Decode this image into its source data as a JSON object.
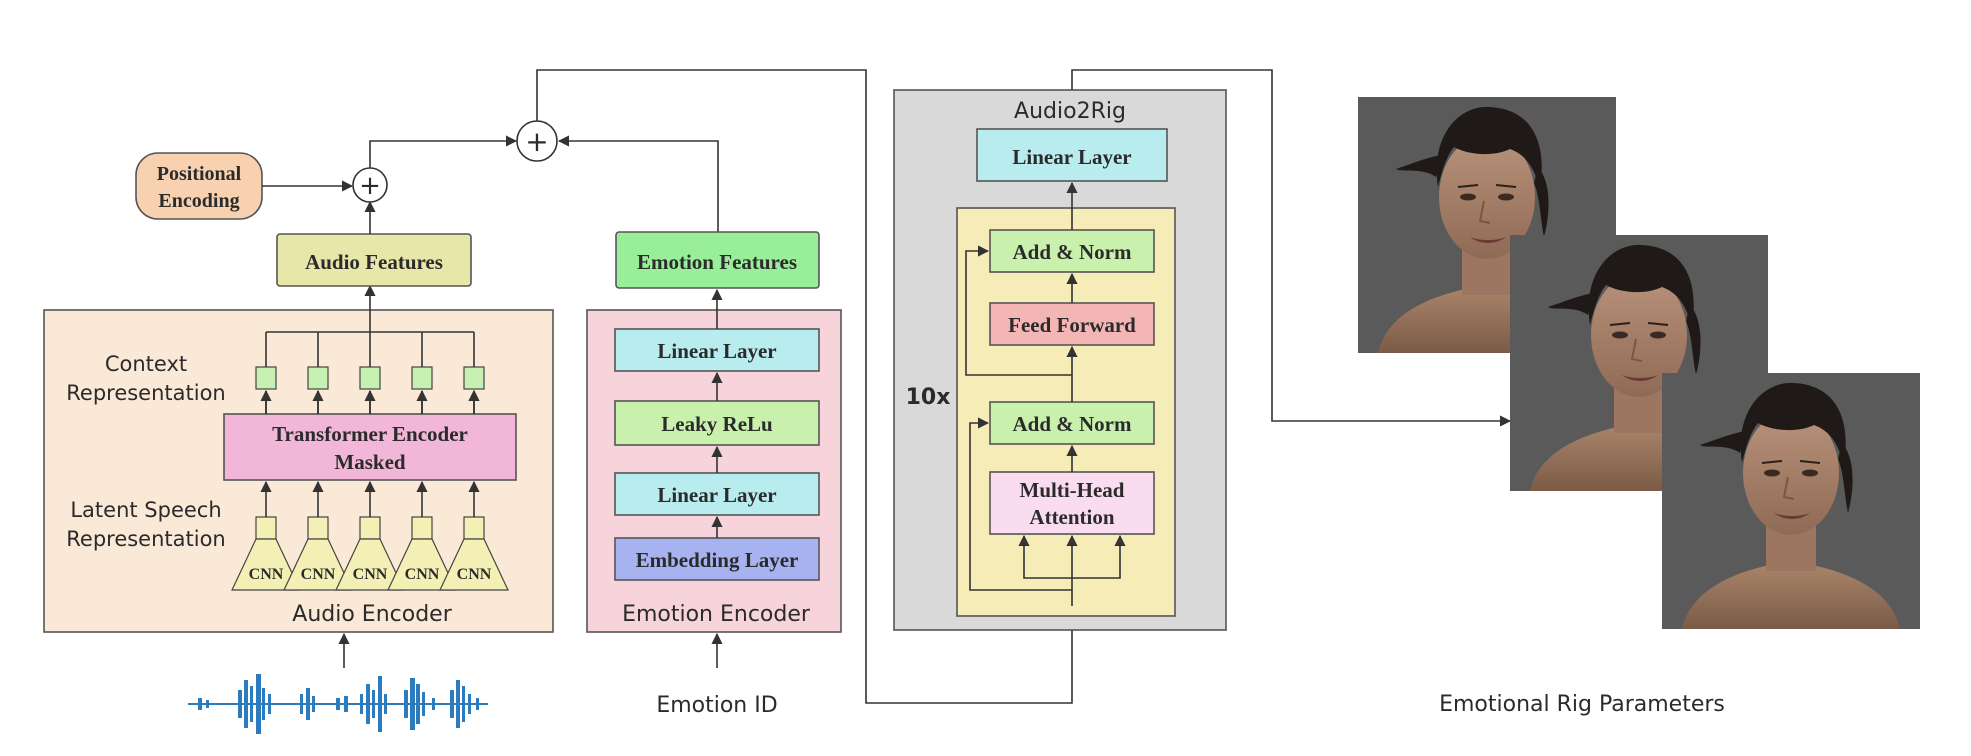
{
  "colors": {
    "audio_encoder_bg": "#fbe9d8",
    "emotion_encoder_bg": "#f7d3dc",
    "audio2rig_bg": "#d9d9d9",
    "transformer_block_bg": "#f6ecb8",
    "audio_features": "#e6e7a8",
    "emotion_features": "#99ee99",
    "positional_encoding": "#f8d2b0",
    "transformer_encoder": "#f2b6d8",
    "linear_layer": "#b8ecef",
    "leaky_relu": "#c9f0ad",
    "embedding_layer": "#a7b3f0",
    "add_norm": "#c9f0ad",
    "feed_forward": "#f4b5b5",
    "multi_head": "#f9dcef",
    "token": "#c7f0b3",
    "cnn": "#f4efb4",
    "waveform": "#2b7bbd",
    "face_bg": "#5a5a5a"
  },
  "audio_encoder": {
    "title": "Audio Encoder",
    "context_label_1": "Context",
    "context_label_2": "Representation",
    "latent_label_1": "Latent Speech",
    "latent_label_2": "Representation",
    "transformer_line_1": "Transformer Encoder",
    "transformer_line_2": "Masked",
    "cnn_labels": [
      "CNN",
      "CNN",
      "CNN",
      "CNN",
      "CNN"
    ]
  },
  "audio_features": "Audio Features",
  "positional_encoding_line_1": "Positional",
  "positional_encoding_line_2": "Encoding",
  "emotion_encoder": {
    "title": "Emotion Encoder",
    "layers": [
      "Linear Layer",
      "Leaky ReLu",
      "Linear Layer",
      "Embedding Layer"
    ]
  },
  "emotion_features": "Emotion Features",
  "emotion_id": "Emotion ID",
  "audio2rig": {
    "title": "Audio2Rig",
    "linear_layer": "Linear Layer",
    "add_norm_top": "Add & Norm",
    "feed_forward": "Feed Forward",
    "add_norm_bottom": "Add & Norm",
    "multi_head_line_1": "Multi-Head",
    "multi_head_line_2": "Attention",
    "repeat": "10x"
  },
  "output_label": "Emotional Rig Parameters",
  "plus_symbol": "+"
}
